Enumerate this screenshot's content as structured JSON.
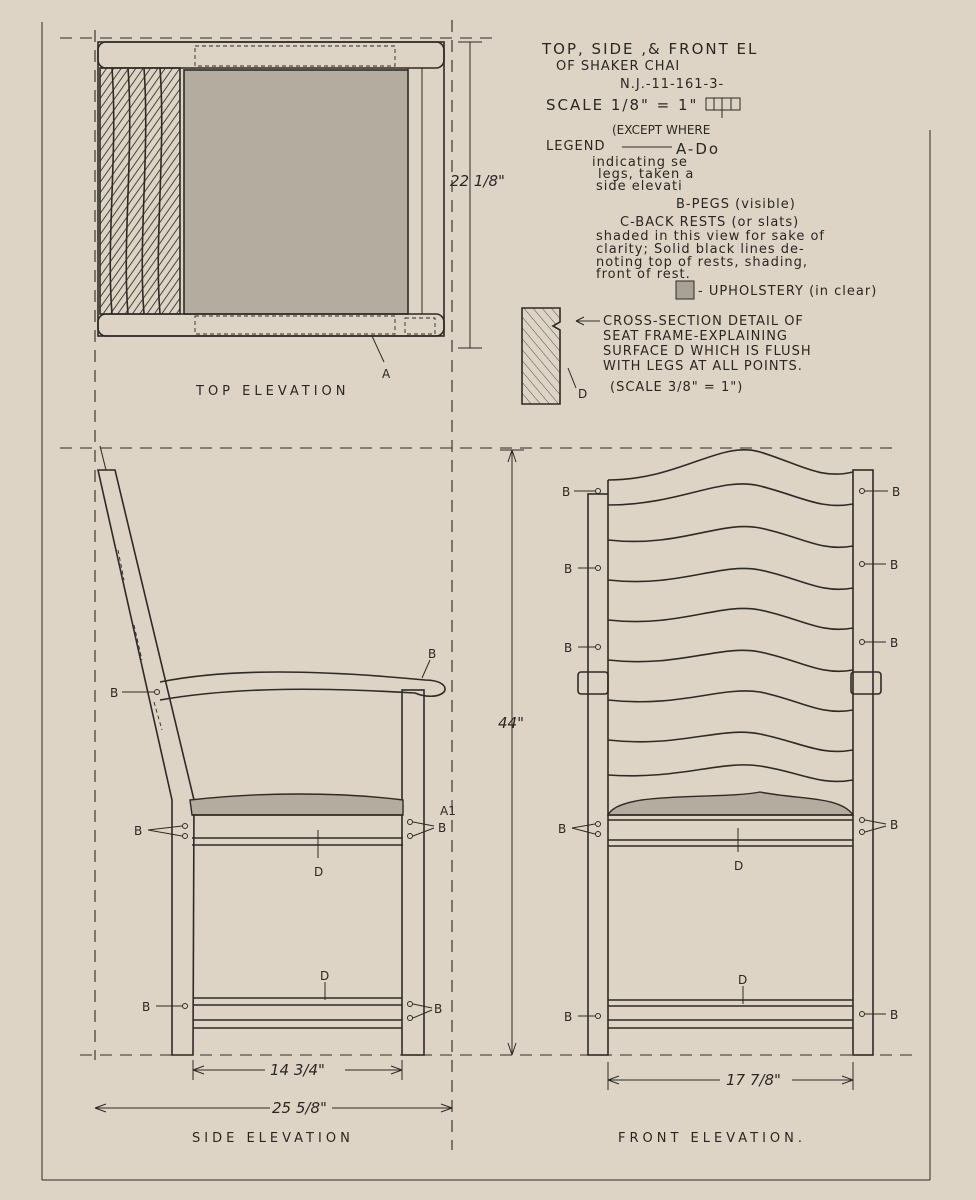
{
  "title": {
    "line1": "TOP, SIDE ,& FRONT EL",
    "line2": "OF  SHAKER  CHAI",
    "line3": "N.J.-11-161-3-"
  },
  "scale": {
    "label": "SCALE 1/8\" = 1\"",
    "except": "(EXCEPT WHERE"
  },
  "legend": {
    "heading": "LEGEND",
    "a_line1": "A-Do",
    "a_line2": "indicating se",
    "a_line3": "legs, taken a",
    "a_line4": "side elevati",
    "b_line": "B-PEGS (visible)",
    "c_line1": "C-BACK RESTS (or slats)",
    "c_line2": "shaded in this view for sake of",
    "c_line3": "clarity; Solid black lines de-",
    "c_line4": "noting top of rests, shading,",
    "c_line5": "front of rest.",
    "upholstery": "- UPHOLSTERY (in clear)"
  },
  "cross_section": {
    "line1": "CROSS-SECTION DETAIL OF",
    "line2": "SEAT FRAME-EXPLAINING",
    "line3": "SURFACE D WHICH IS FLUSH",
    "line4": "WITH LEGS AT ALL POINTS.",
    "line5": "(SCALE 3/8\" = 1\")",
    "marker": "D"
  },
  "views": {
    "top": "TOP ELEVATION",
    "side": "SIDE ELEVATION",
    "front": "FRONT ELEVATION."
  },
  "markers": {
    "a": "A",
    "a1": "A1",
    "b": "B",
    "d": "D"
  },
  "dimensions": {
    "top_depth": "22 1/8\"",
    "height": "44\"",
    "side_seat_width": "14 3/4\"",
    "side_overall": "25 5/8\"",
    "front_width": "17 7/8\""
  },
  "colors": {
    "paper": "#ddd4c5",
    "ink": "#2e2a26",
    "upholstery": "#a8a196"
  }
}
